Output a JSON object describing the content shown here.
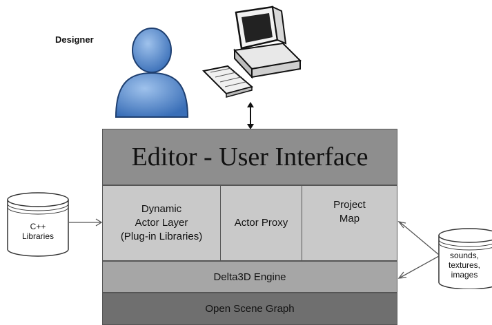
{
  "designer_label": "Designer",
  "layers": {
    "editor": "Editor - User Interface",
    "dynamic_actor_layer": [
      "Dynamic",
      "Actor Layer",
      "(Plug-in Libraries)"
    ],
    "actor_proxy": "Actor Proxy",
    "project_map": [
      "Project",
      "Map"
    ],
    "engine": "Delta3D Engine",
    "scene_graph": "Open Scene Graph"
  },
  "cpp_libraries": [
    "C++",
    "Libraries"
  ],
  "assets": [
    "sounds,",
    "textures,",
    "images"
  ]
}
